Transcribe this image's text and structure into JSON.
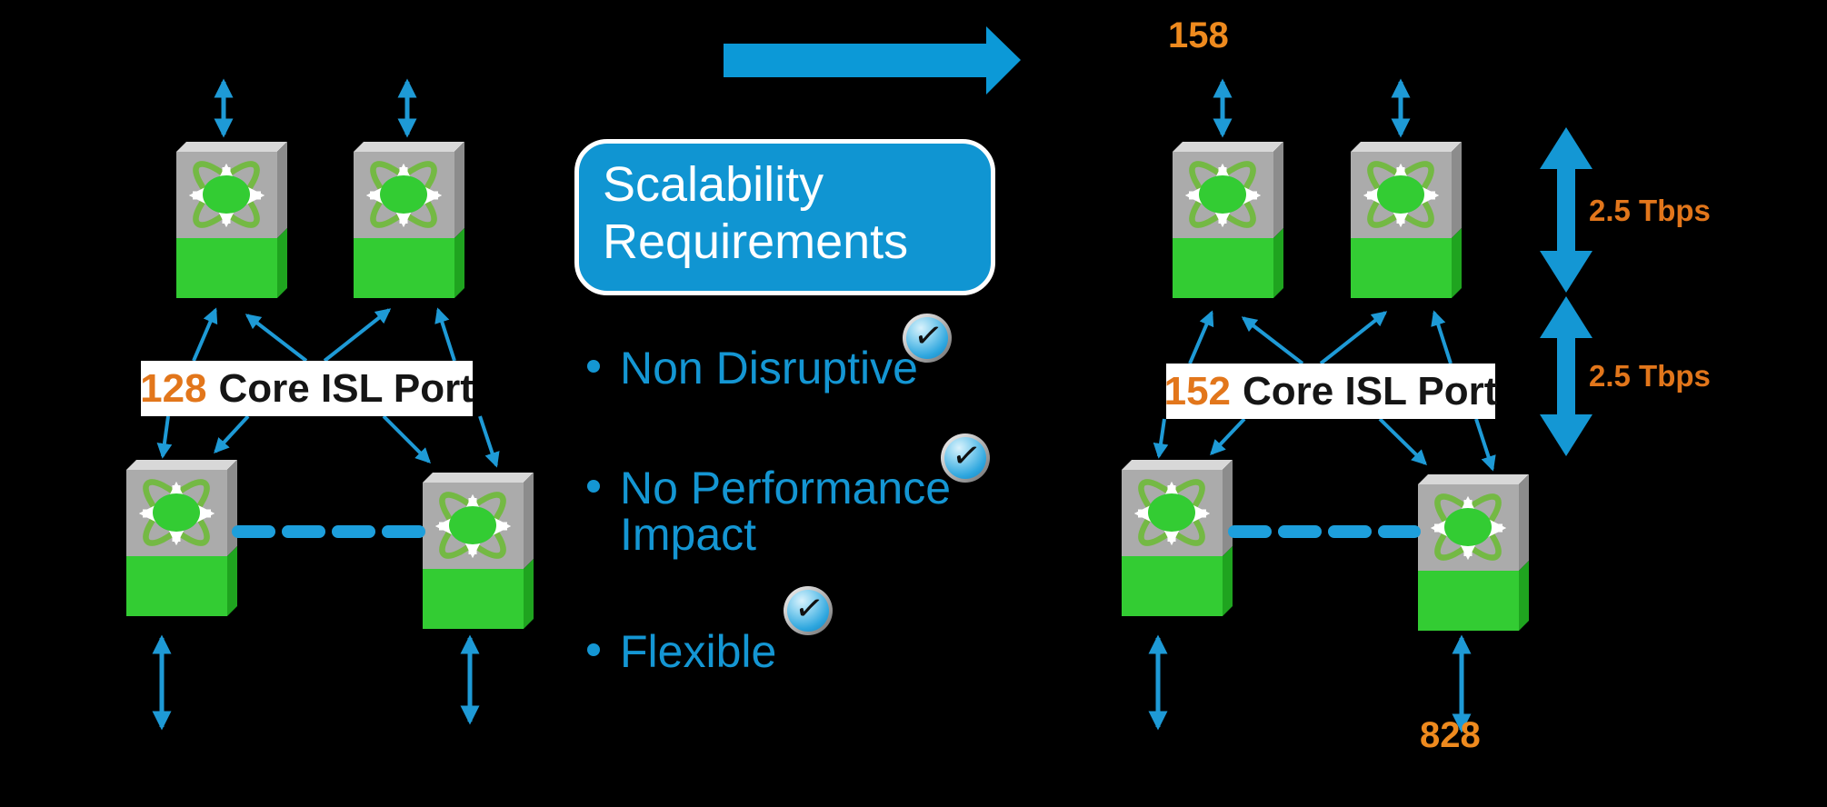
{
  "title_box": {
    "text": "Scalability Requirements"
  },
  "requirements": {
    "check_glyph": "✓",
    "items": [
      {
        "label": "Non Disruptive",
        "checked": true
      },
      {
        "label": "No Performance Impact",
        "checked": true
      },
      {
        "label": "Flexible",
        "checked": true
      }
    ]
  },
  "before_fabric": {
    "isl_count": "128",
    "isl_label": "Core ISL Port"
  },
  "after_fabric": {
    "isl_count": "152",
    "isl_label": "Core ISL Port",
    "top_port_count": "158",
    "bottom_port_count": "828",
    "bandwidth_top": "2.5 Tbps",
    "bandwidth_bottom": "2.5 Tbps"
  },
  "colors": {
    "background": "#000000",
    "cisco_blue": "#1497D4",
    "orange": "#E87A18",
    "switch_green": "#33CC33"
  }
}
